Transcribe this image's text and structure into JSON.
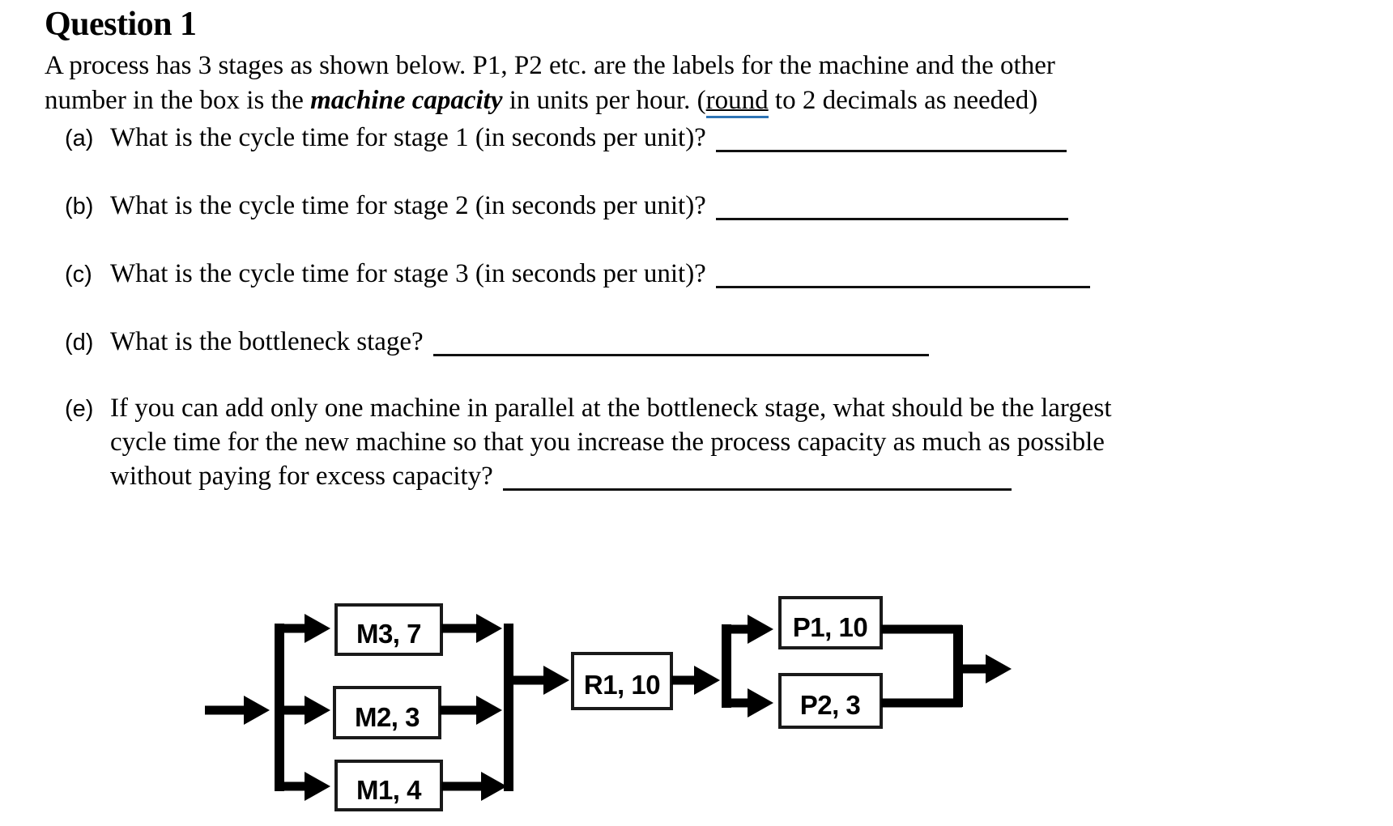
{
  "page": {
    "title": "Question 1",
    "intro": {
      "line1": "A process has 3 stages as shown below. P1, P2 etc. are the labels for the machine and the other",
      "line2_pre": "number in the box is the ",
      "line2_bold_italic": "machine capacity",
      "line2_mid": " in units per hour. (",
      "line2_grammar_word": "round",
      "line2_post": " to 2 decimals as needed)"
    },
    "questions": [
      {
        "marker": "(a)",
        "text": "What is the cycle time for stage 1 (in seconds per unit)?"
      },
      {
        "marker": "(b)",
        "text": "What is the cycle time for stage 2 (in seconds per unit)?"
      },
      {
        "marker": "(c)",
        "text": "What is the cycle time for stage 3 (in seconds per unit)?"
      },
      {
        "marker": "(d)",
        "text": "What is the bottleneck stage?"
      },
      {
        "marker": "(e)",
        "line1": "If you can add only one machine in parallel at the bottleneck stage, what should be the largest",
        "line2": "cycle time for the new machine so that you increase the process capacity as much as possible",
        "line3": "without paying for excess capacity?"
      }
    ]
  },
  "diagram": {
    "type": "process-flow",
    "boxes": [
      {
        "id": "M3",
        "label": "M3, 7"
      },
      {
        "id": "M2",
        "label": "M2, 3"
      },
      {
        "id": "M1",
        "label": "M1, 4"
      },
      {
        "id": "R1",
        "label": "R1, 10"
      },
      {
        "id": "P1",
        "label": "P1, 10"
      },
      {
        "id": "P2",
        "label": "P2, 3"
      }
    ],
    "stages": [
      {
        "stage": 1,
        "machines": [
          "M3, 7",
          "M2, 3",
          "M1, 4"
        ]
      },
      {
        "stage": 2,
        "machines": [
          "R1, 10"
        ]
      },
      {
        "stage": 3,
        "machines": [
          "P1, 10",
          "P2, 3"
        ]
      }
    ]
  },
  "colors": {
    "text": "#000000",
    "grammar_underline": "#2e74b5",
    "background": "#ffffff"
  }
}
